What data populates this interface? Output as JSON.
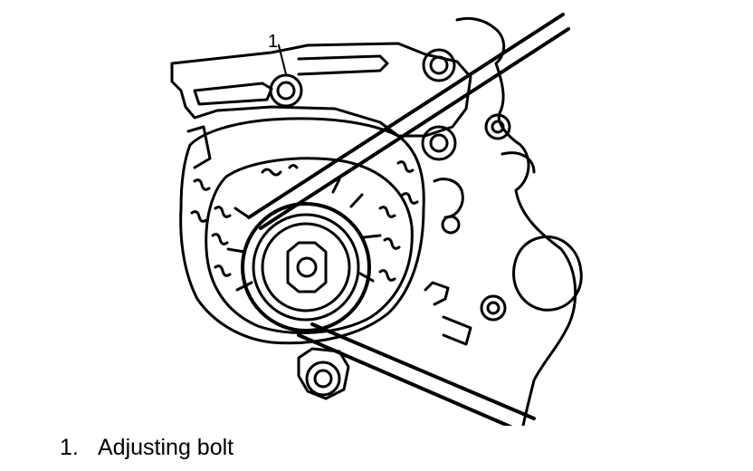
{
  "diagram": {
    "callout": "1"
  },
  "legend": {
    "items": [
      {
        "number": "1.",
        "label": "Adjusting bolt"
      }
    ]
  }
}
